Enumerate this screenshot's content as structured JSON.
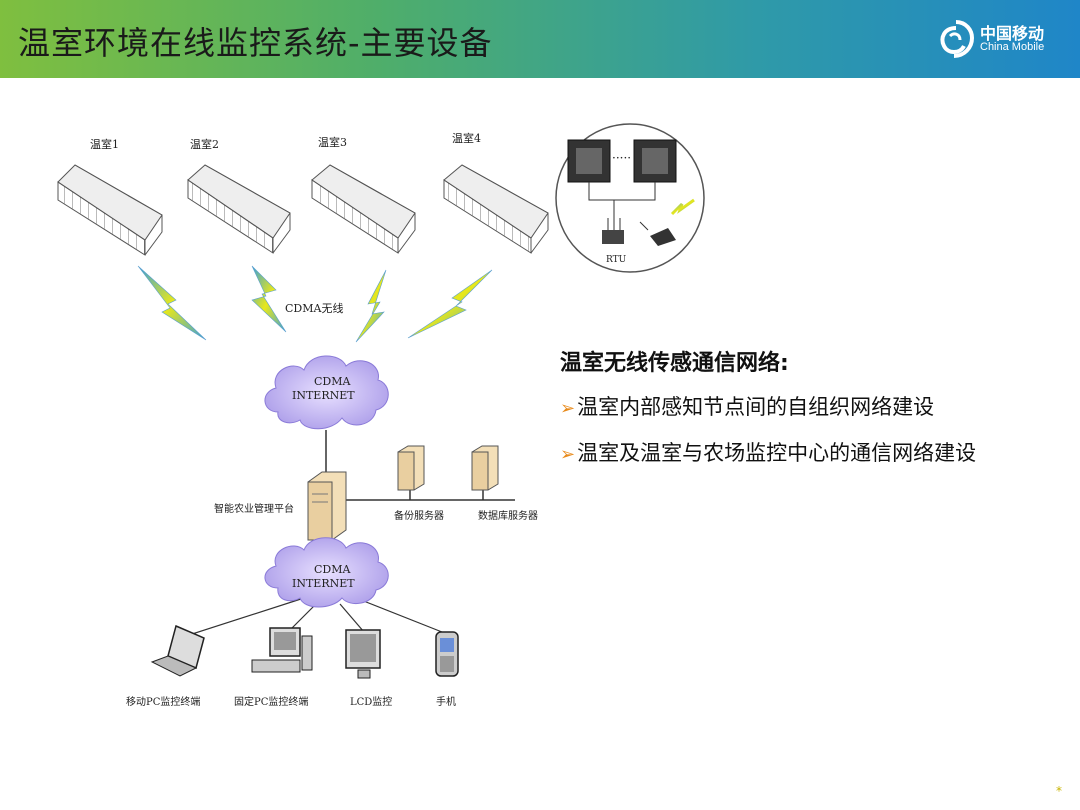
{
  "header": {
    "title": "温室环境在线监控系统-主要设备",
    "brand_cn": "中国移动",
    "brand_en": "China Mobile",
    "brand_icon": "china-mobile-logo"
  },
  "diagram": {
    "greenhouses": [
      "温室1",
      "温室2",
      "温室3",
      "温室4"
    ],
    "wireless_label": "CDMA无线",
    "cloud_top": [
      "CDMA",
      "INTERNET"
    ],
    "cloud_bottom": [
      "CDMA",
      "INTERNET"
    ],
    "platform_label": "智能农业管理平台",
    "server_labels": [
      "备份服务器",
      "数据库服务器"
    ],
    "rtu_label": "RTU",
    "terminals": [
      "移动PC监控终端",
      "固定PC监控终端",
      "LCD监控",
      "手机"
    ]
  },
  "bullets": {
    "heading": "温室无线传感通信网络:",
    "items": [
      "温室内部感知节点间的自组织网络建设",
      "温室及温室与农场监控中心的通信网络建设"
    ]
  },
  "footer": {
    "mark": "*"
  }
}
